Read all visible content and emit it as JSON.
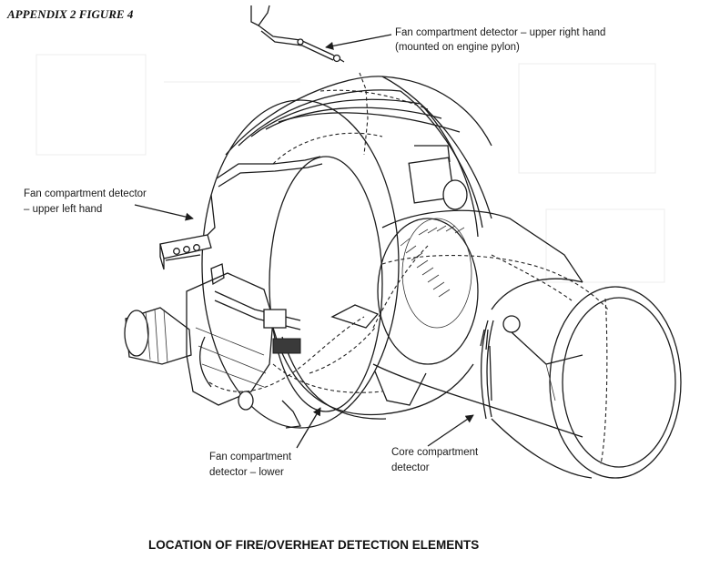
{
  "header": {
    "title": "APPENDIX 2 FIGURE 4"
  },
  "labels": {
    "upper_right_line1": "Fan compartment detector – upper right hand",
    "upper_right_line2": "(mounted on engine pylon)",
    "upper_left_line1": "Fan compartment detector",
    "upper_left_line2": "– upper left hand",
    "lower_line1": "Fan compartment",
    "lower_line2": "detector – lower",
    "core_line1": "Core compartment",
    "core_line2": "detector"
  },
  "caption": "LOCATION OF FIRE/OVERHEAT DETECTION ELEMENTS"
}
